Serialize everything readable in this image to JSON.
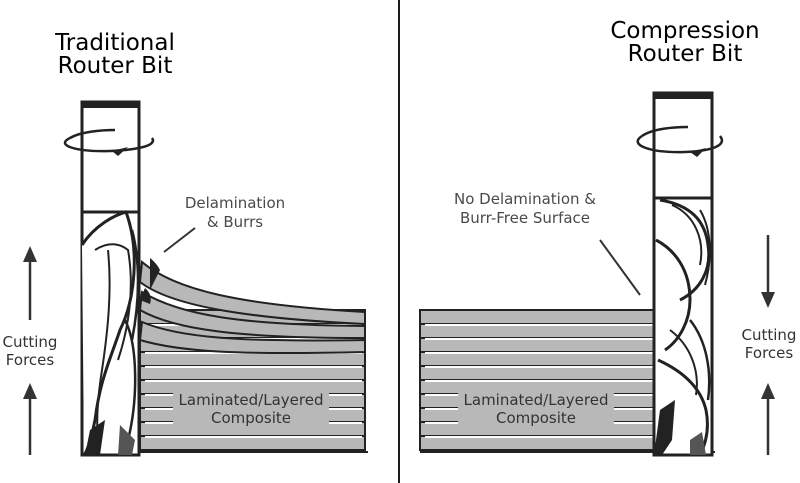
{
  "left_panel": {
    "title_line1": "Traditional",
    "title_line2": "Router Bit",
    "callout_line1": "Delamination",
    "callout_line2": "& Burrs",
    "forces_line1": "Cutting",
    "forces_line2": "Forces",
    "material_line1": "Laminated/Layered",
    "material_line2": "Composite"
  },
  "right_panel": {
    "title_line1": "Compression",
    "title_line2": "Router Bit",
    "callout_line1": "No Delamination &",
    "callout_line2": "Burr-Free Surface",
    "forces_line1": "Cutting",
    "forces_line2": "Forces",
    "material_line1": "Laminated/Layered",
    "material_line2": "Composite"
  },
  "colors": {
    "layer_fill": "#b8b8b8",
    "outline": "#222222",
    "text": "#4a4a4a",
    "background": "#ffffff"
  }
}
